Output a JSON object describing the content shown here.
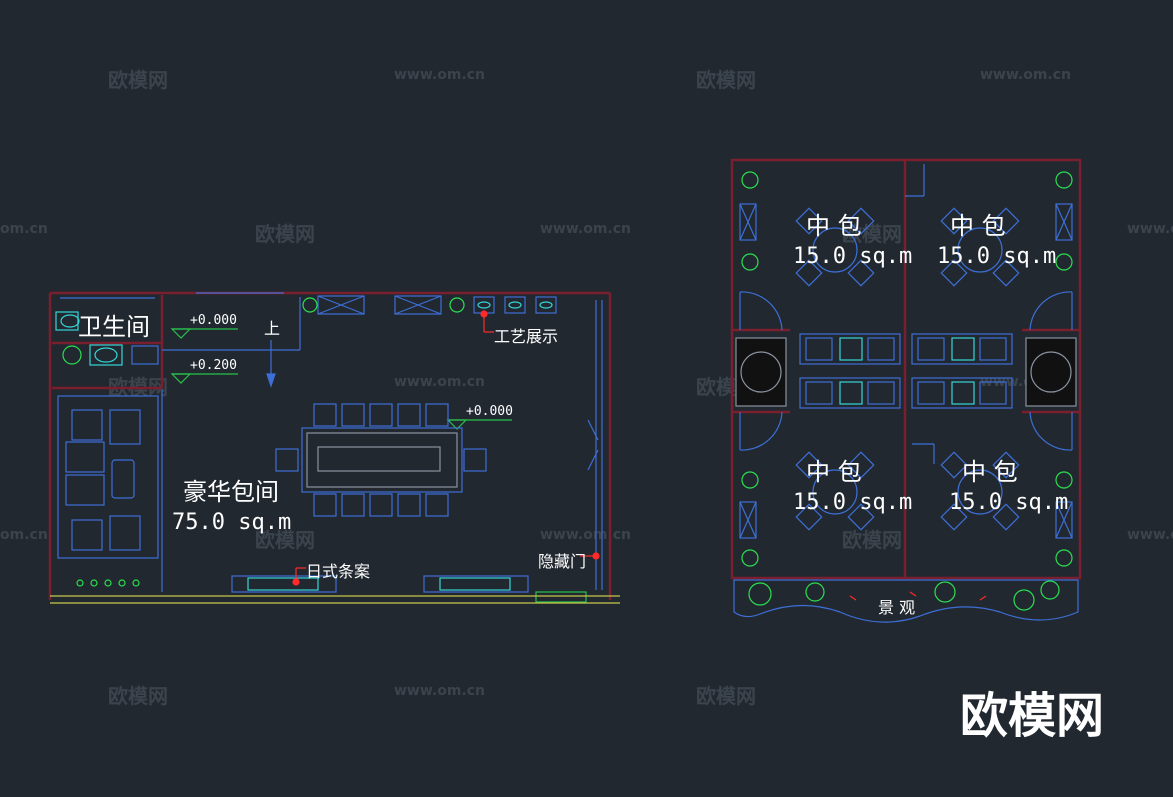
{
  "watermarks": {
    "cn": "欧模网",
    "url": "www.om.cn",
    "url_clipped": "om.cn"
  },
  "brand": "欧模网",
  "left_plan": {
    "bathroom_label": "卫生间",
    "main_room_label": "豪华包间",
    "main_room_area": "75.0 sq.m",
    "level_top": "+0.000",
    "level_mid": "+0.200",
    "level_table": "+0.000",
    "stair_label": "上",
    "craft_display_label": "工艺展示",
    "japanese_table_label": "日式条案",
    "hidden_door_label": "隐藏门"
  },
  "right_plan": {
    "rooms": [
      {
        "name": "中 包",
        "area": "15.0 sq.m"
      },
      {
        "name": "中 包",
        "area": "15.0 sq.m"
      },
      {
        "name": "中 包",
        "area": "15.0 sq.m"
      },
      {
        "name": "中 包",
        "area": "15.0 sq.m"
      }
    ],
    "landscape_label": "景 观"
  },
  "colors": {
    "background": "#212830",
    "wall": "#7a1f2e",
    "furniture": "#3d6fd6",
    "accent_cyan": "#34d6d6",
    "level_green": "#28c24a",
    "plant_green": "#2be04f",
    "leader_red": "#ff2a2a",
    "floor_yellow": "#c8c84a"
  }
}
